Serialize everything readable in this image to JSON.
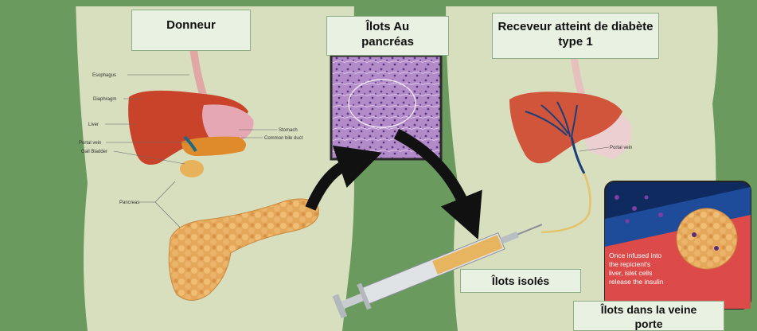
{
  "titles": {
    "donor": "Donneur",
    "islets_pancreas": "Îlots Au pancréas",
    "recipient": "Receveur atteint de diabète type 1",
    "isolated_islets": "Îlots isolés",
    "islets_portal_vein": "Îlots dans la veine porte"
  },
  "donor_anatomy_labels": {
    "esophagus": "Esophagus",
    "diaphragm": "Diaphragm",
    "liver": "Liver",
    "portal_vein": "Portal vein",
    "gall_bladder": "Gall Bladder",
    "stomach": "Stomach",
    "common_bile_duct": "Common bile duct",
    "pancreas": "Pancreas"
  },
  "recipient_anatomy_labels": {
    "portal_vein": "Portal vein"
  },
  "infusion_note": "Once infused into the repicient's liver, islet cells release the insulin",
  "colors": {
    "background": "#6a9a5d",
    "body_silhouette": "#d7dfbf",
    "label_box": "#e9f1e2",
    "liver": "#c9432b",
    "pancreas": "#e3a35a",
    "tissue": "#a77fc0",
    "vessel": "#1c3f7a"
  }
}
